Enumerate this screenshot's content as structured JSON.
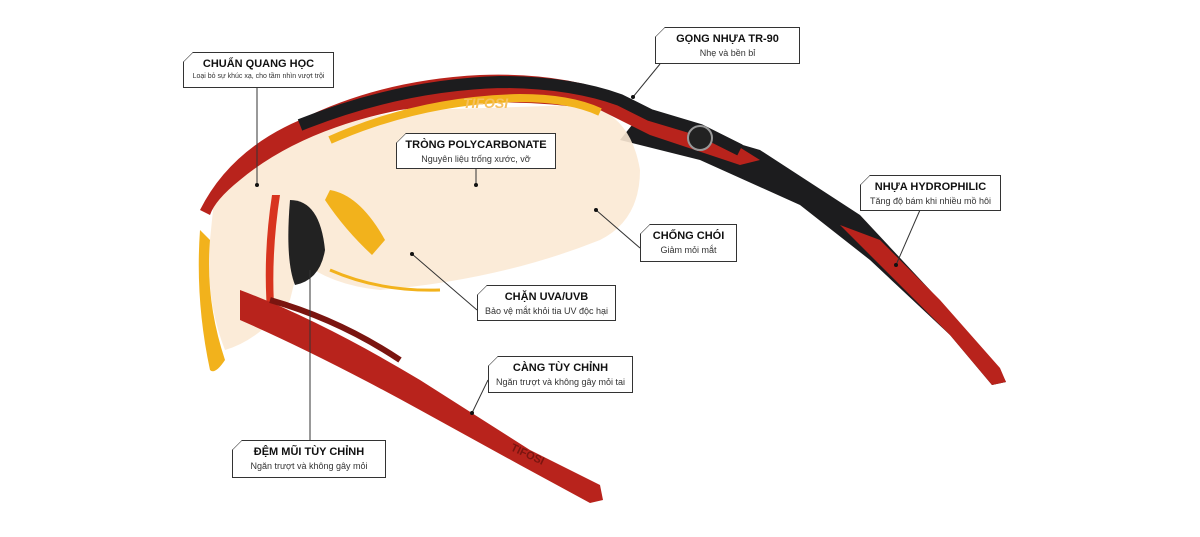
{
  "brand_logo": "TIFOSI",
  "colors": {
    "frame_red": "#b8231c",
    "frame_black": "#1c1c1e",
    "lens_yellow": "#f2b21c",
    "line": "#333333"
  },
  "callouts": [
    {
      "id": "optical",
      "title": "CHUẨN QUANG HỌC",
      "subtitle": "Loại bỏ sự khúc xạ, cho tầm nhìn vượt trội"
    },
    {
      "id": "frame",
      "title": "GỌNG NHỰA TR-90",
      "subtitle": "Nhẹ và bền bỉ"
    },
    {
      "id": "lens",
      "title": "TRÒNG POLYCARBONATE",
      "subtitle": "Nguyên liệu trống xước, vỡ"
    },
    {
      "id": "antiglare",
      "title": "CHỐNG CHÓI",
      "subtitle": "Giảm mỏi mắt"
    },
    {
      "id": "hydrophilic",
      "title": "NHỰA HYDROPHILIC",
      "subtitle": "Tăng độ bám khi nhiều mồ hôi"
    },
    {
      "id": "uv",
      "title": "CHẶN UVA/UVB",
      "subtitle": "Bảo vệ mắt khỏi tia UV độc hại"
    },
    {
      "id": "temple",
      "title": "CÀNG TÙY CHỈNH",
      "subtitle": "Ngăn trượt và không gây mỏi tai"
    },
    {
      "id": "nose",
      "title": "ĐỆM MŨI TÙY CHỈNH",
      "subtitle": "Ngăn trượt và không gây mỏi"
    }
  ]
}
